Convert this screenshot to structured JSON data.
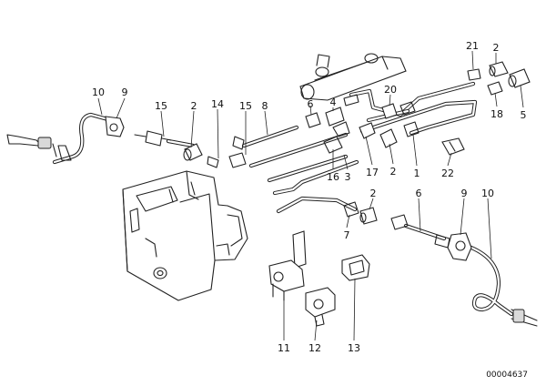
{
  "diagram": {
    "callouts": [
      "21",
      "2",
      "5",
      "18",
      "20",
      "4",
      "6",
      "8",
      "15",
      "14",
      "2",
      "15",
      "10",
      "9",
      "16",
      "3",
      "17",
      "2",
      "1",
      "22",
      "2",
      "6",
      "9",
      "10",
      "7",
      "11",
      "12",
      "13"
    ],
    "document_id": "00004637"
  }
}
